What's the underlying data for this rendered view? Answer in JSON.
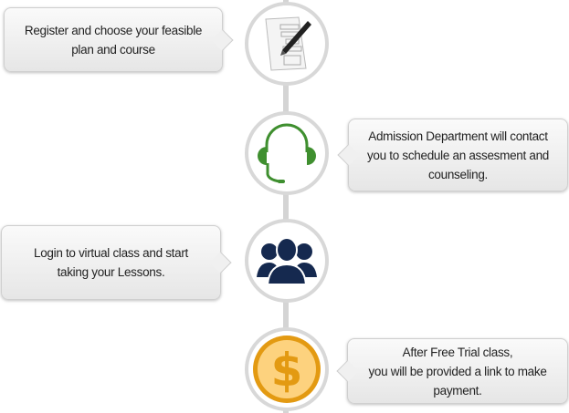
{
  "steps": [
    {
      "text": "Register and choose your feasible\nplan and course",
      "icon": "registration-form-icon"
    },
    {
      "text": "Admission Department will contact\nyou to schedule an assesment and\ncounseling.",
      "icon": "headset-icon",
      "color": "#3f8f2f"
    },
    {
      "text": "Login to virtual class and start\ntaking your Lessons.",
      "icon": "users-group-icon",
      "color": "#15294f"
    },
    {
      "text": "After Free Trial class,\nyou will be provided a link to make\npayment.",
      "icon": "dollar-coin-icon",
      "color": "#e39a12"
    }
  ]
}
